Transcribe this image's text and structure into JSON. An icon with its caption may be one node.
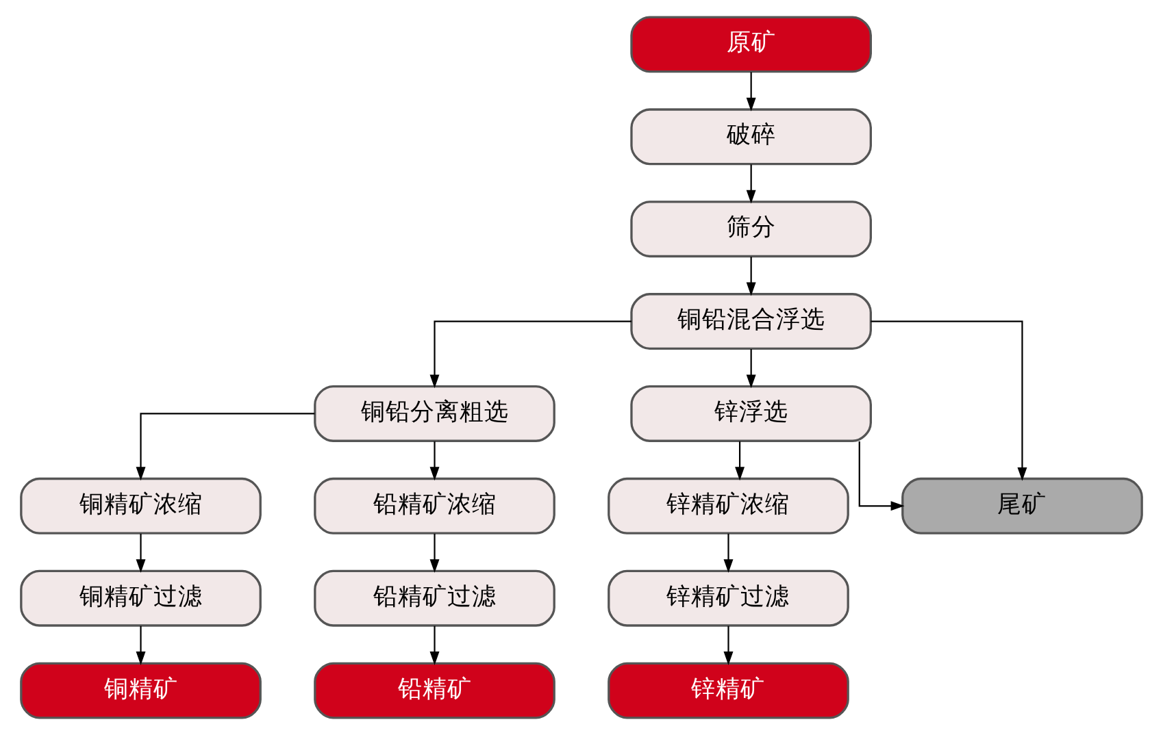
{
  "diagram": {
    "nodes": [
      {
        "text": [
          "原矿"
        ]
      },
      {
        "text": [
          "破碎"
        ]
      },
      {
        "text": [
          "筛分"
        ]
      },
      {
        "text": [
          "铜铅混合浮选"
        ]
      },
      {
        "text": [
          "铜铅分离粗选"
        ]
      },
      {
        "text": [
          "锌浮选"
        ]
      },
      {
        "text": [
          "铜精矿浓缩"
        ]
      },
      {
        "text": [
          "铅精矿浓缩"
        ]
      },
      {
        "text": [
          "锌精矿浓缩"
        ]
      },
      {
        "text": [
          "尾矿"
        ]
      },
      {
        "text": [
          "铜精矿过滤"
        ]
      },
      {
        "text": [
          "铅精矿过滤"
        ]
      },
      {
        "text": [
          "锌精矿过滤"
        ]
      },
      {
        "text": [
          "铜精矿"
        ]
      },
      {
        "text": [
          "铅精矿"
        ]
      },
      {
        "text": [
          "锌精矿"
        ]
      }
    ],
    "edges": [
      {
        "from": 0,
        "to": 1,
        "arrow": "to"
      },
      {
        "from": 1,
        "to": 2,
        "arrow": "to"
      },
      {
        "from": 2,
        "to": 3,
        "arrow": "to"
      },
      {
        "from": 3,
        "to": 4,
        "arrow": "to"
      },
      {
        "from": 3,
        "to": 5,
        "arrow": "to"
      },
      {
        "from": 3,
        "to": 9,
        "arrow": "to"
      },
      {
        "from": 4,
        "to": 6,
        "arrow": "to"
      },
      {
        "from": 4,
        "to": 7,
        "arrow": "to"
      },
      {
        "from": 5,
        "to": 8,
        "arrow": "to"
      },
      {
        "from": 5,
        "to": 9,
        "arrow": "to"
      },
      {
        "from": 6,
        "to": 10,
        "arrow": "to"
      },
      {
        "from": 7,
        "to": 11,
        "arrow": "to"
      },
      {
        "from": 8,
        "to": 12,
        "arrow": "to"
      },
      {
        "from": 10,
        "to": 13,
        "arrow": "to"
      },
      {
        "from": 11,
        "to": 14,
        "arrow": "to"
      },
      {
        "from": 12,
        "to": 15,
        "arrow": "to"
      }
    ]
  }
}
